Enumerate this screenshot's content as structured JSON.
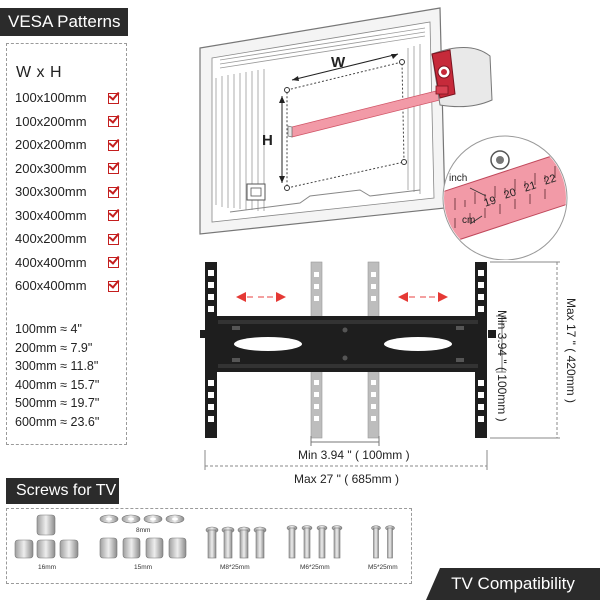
{
  "vesa": {
    "title": "VESA Patterns",
    "header_wxh": "W x H",
    "patterns": [
      "100x100mm",
      "100x200mm",
      "200x200mm",
      "200x300mm",
      "300x300mm",
      "300x400mm",
      "400x200mm",
      "400x400mm",
      "600x400mm"
    ],
    "conversions": [
      "100mm ≈ 4\"",
      "200mm ≈ 7.9\"",
      "300mm ≈ 11.8\"",
      "400mm ≈ 15.7\"",
      "500mm ≈ 19.7\"",
      "600mm ≈ 23.6\""
    ]
  },
  "tv_diagram": {
    "width_label": "W",
    "height_label": "H",
    "tape_inch_label": "inch",
    "tape_cm_label": "cm",
    "tape_numbers": [
      "19",
      "20",
      "21",
      "22"
    ]
  },
  "bracket": {
    "min_width_label": "Min 3.94 \" ( 100mm )",
    "max_width_label": "Max 27 \" ( 685mm )",
    "min_height_label": "Min 3.94 \" ( 100mm )",
    "max_height_label": "Max 17 \" ( 420mm )"
  },
  "screws": {
    "title": "Screws for TV",
    "labels": [
      "16mm",
      "8mm",
      "15mm",
      "M8*25mm",
      "M6*25mm",
      "M5*25mm"
    ]
  },
  "footer": {
    "tv_compatibility": "TV Compatibility"
  },
  "colors": {
    "header_bg": "#2b2b2b",
    "check_red": "#c41e1e",
    "arrow_red": "#e53935",
    "bracket_black": "#1e1e1e",
    "arm_gray": "#bdbdbd"
  }
}
